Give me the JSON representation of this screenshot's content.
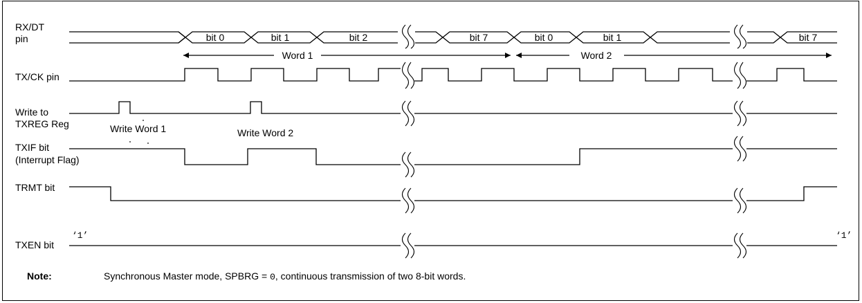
{
  "signals": {
    "rxdt_line1": "RX/DT",
    "rxdt_line2": "pin",
    "txck": "TX/CK pin",
    "write_line1": "Write to",
    "write_line2": "TXREG Reg",
    "txif_line1": "TXIF bit",
    "txif_line2": "(Interrupt Flag)",
    "trmt": "TRMT bit",
    "txen": "TXEN bit"
  },
  "rx_bits": [
    "bit 0",
    "bit 1",
    "bit 2",
    "bit 7",
    "bit 0",
    "bit 1",
    "bit 7"
  ],
  "words": {
    "word1": "Word 1",
    "word2": "Word 2"
  },
  "annotations": {
    "write_word1": "Write Word 1",
    "write_word2": "Write Word 2",
    "txen_left": "‘1’",
    "txen_right": "‘1’"
  },
  "note": {
    "label": "Note:",
    "text_before": "Synchronous Master mode, SPBRG = ",
    "spbrg_value": "0",
    "text_after": ", continuous transmission of two 8-bit words."
  }
}
